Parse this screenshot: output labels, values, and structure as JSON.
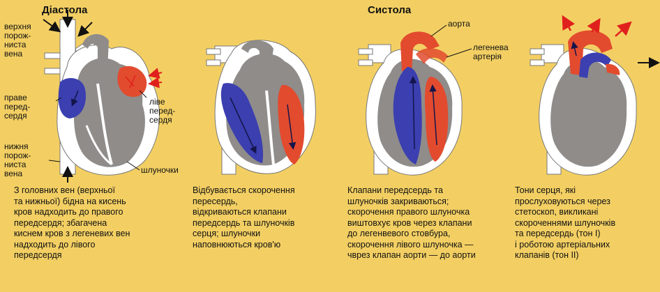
{
  "colors": {
    "background": "#f3cf63",
    "heart_wall": "#ffffff",
    "heart_tissue": "#8f8c8a",
    "venous_blood": "#3b3fb0",
    "arterial_blood": "#e24b2e",
    "flow_arrow": "#e0201c"
  },
  "titles": {
    "diastole": "Діастола",
    "systole": "Систола"
  },
  "labels": {
    "superior_vena_cava": "верхня\nпорож-\nниста\nвена",
    "right_atrium": "праве\nперед-\nсердя",
    "inferior_vena_cava": "нижня\nпорож-\nниста\nвена",
    "left_atrium": "ліве\nперед-\nсердя",
    "ventricles": "шлуночки",
    "aorta": "аорта",
    "pulmonary_artery": "легенева\nартерія"
  },
  "captions": [
    "З головних вен (верхньої\nта нижньої) бідна на кисень\nкров надходить до правого\nпередсердя; збагачена\nкиснем кров з легеневих вен\nнадходить до лівого\nпередсердя",
    "Відбувається скорочення\nпересердь,\nвідкриваються клапани\nпередсердь та шлуночків\nсерця; шлуночки\nнаповнюються кров'ю",
    "Клапани передсердь та\nшлуночків закриваються;\nскорочення правого шлуночка\nвиштовхує кров через клапани\nдо легенвевого стовбура,\nскорочення лівого шлуночка —\nчврез клапан аорти — до аорти",
    "Тони серця, які\nпрослуховуються через\nстетоскоп, викликані\nскороченнями шлуночків\nта передсердь  (тон І)\nі роботою артеріальних\nклапанів (тон ІІ)"
  ]
}
